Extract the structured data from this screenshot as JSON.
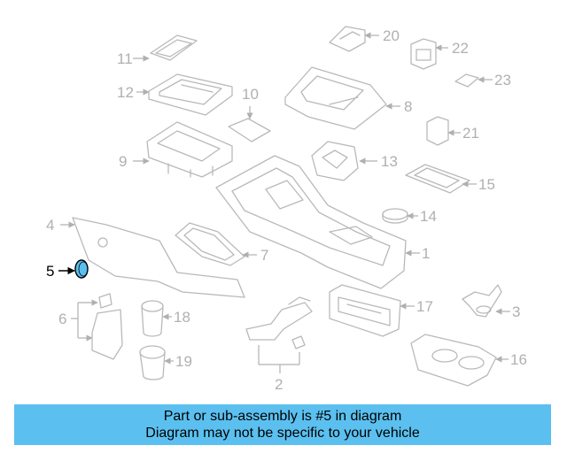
{
  "diagram": {
    "highlighted_part": "5",
    "highlight_color": "#5bc0ef",
    "callouts": [
      "1",
      "2",
      "3",
      "4",
      "5",
      "6",
      "7",
      "8",
      "9",
      "10",
      "11",
      "12",
      "13",
      "14",
      "15",
      "16",
      "17",
      "18",
      "19",
      "20",
      "21",
      "22",
      "23"
    ]
  },
  "banner": {
    "line1": "Part or sub-assembly is #5 in diagram",
    "line2": "Diagram may not be specific to your vehicle",
    "background": "#5bc0ef"
  }
}
